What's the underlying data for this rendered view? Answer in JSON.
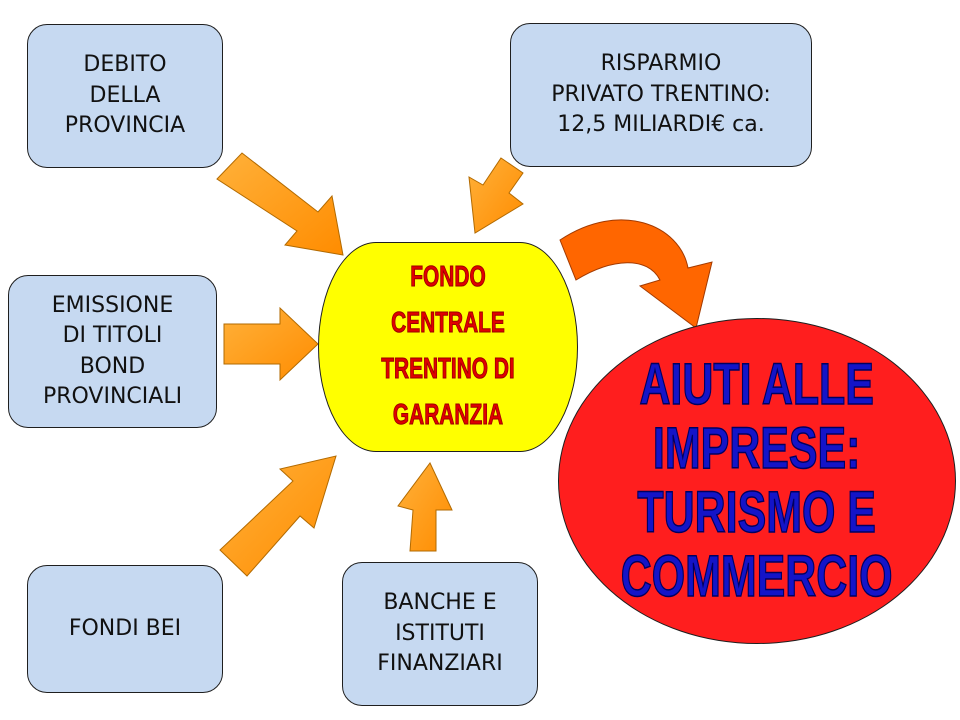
{
  "diagram": {
    "center": {
      "label": "FONDO CENTRALE\nTRENTINO DI GARANZIA",
      "fill": "#ffff00",
      "text_color": "#e00000"
    },
    "target": {
      "label": "AIUTI ALLE\nIMPRESE:\nTURISMO E\nCOMMERCIO",
      "fill": "#ff1e1e",
      "text_color": "#1414c8"
    },
    "sources": {
      "debito": {
        "label": "DEBITO\nDELLA\nPROVINCIA"
      },
      "risparmio": {
        "label": "RISPARMIO\nPRIVATO TRENTINO:\n12,5 MILIARDI€ ca."
      },
      "emissione": {
        "label": "EMISSIONE\nDI TITOLI\nBOND\nPROVINCIALI"
      },
      "fondi_bei": {
        "label": "FONDI BEI"
      },
      "banche": {
        "label": "BANCHE E\nISTITUTI\nFINANZIARI"
      }
    },
    "colors": {
      "source_box": "#c6d9f1",
      "arrow": "#ff9900",
      "output_arrow": "#ff6600",
      "outline": "#1f1f1f"
    }
  }
}
